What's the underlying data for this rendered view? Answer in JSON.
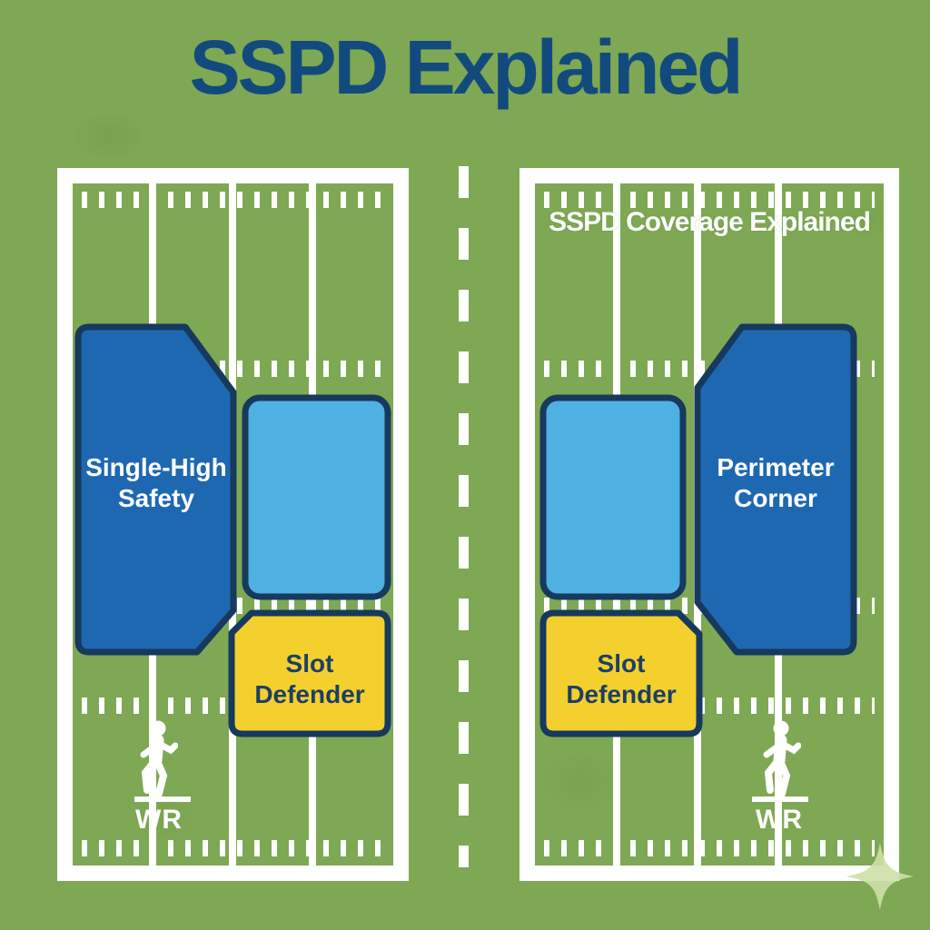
{
  "title": "SSPD Explained",
  "panels": {
    "left": {
      "zones": {
        "deep_safety": {
          "label": "Single-High Safety",
          "fill": "#1e68b2"
        },
        "mid_zone": {
          "label": "",
          "fill": "#4fb0e2"
        },
        "slot_defender": {
          "label": "Slot Defender",
          "fill": "#f3d02d"
        }
      },
      "receiver": {
        "label": "WR"
      }
    },
    "right": {
      "overlay_title": "SSPD Coverage Explained",
      "zones": {
        "perimeter_corner": {
          "label": "Perimeter Corner",
          "fill": "#1e68b2"
        },
        "mid_zone": {
          "label": "",
          "fill": "#4fb0e2"
        },
        "slot_defender": {
          "label": "Slot Defender",
          "fill": "#f3d02d"
        }
      },
      "receiver": {
        "label": "WR"
      }
    }
  },
  "colors": {
    "background_green": "#7ea853",
    "field_line_white": "#ffffff",
    "title_navy": "#134a7d",
    "outline_navy": "#16395d",
    "zone_dark_blue": "#1e68b2",
    "zone_light_blue": "#4fb0e2",
    "zone_yellow": "#f3d02d",
    "zone_text_navy": "#1d3f66",
    "sparkle_green": "#cedfa9"
  }
}
